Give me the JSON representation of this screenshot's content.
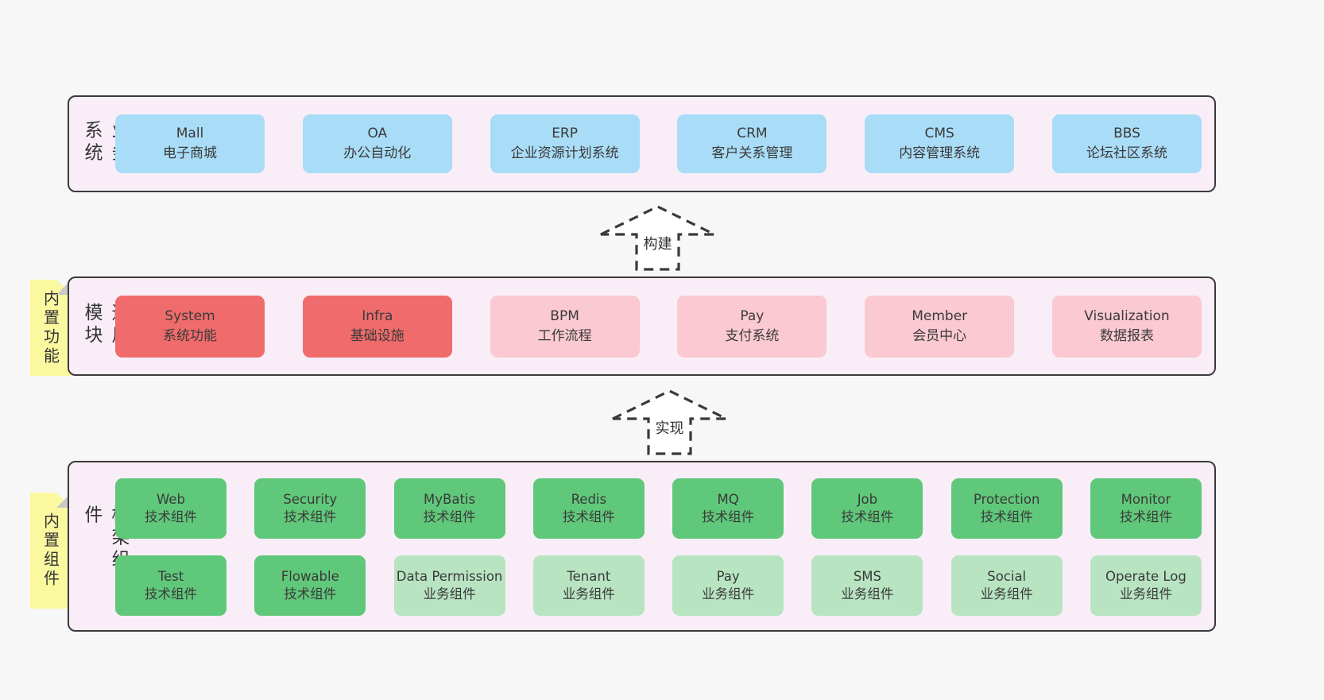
{
  "colors": {
    "page_bg": "#f7f7f7",
    "band_bg": "#f9eef8",
    "band_border": "#3a3a3a",
    "box_blue": "#a9dcf6",
    "box_red": "#f06b6b",
    "box_pink": "#fac9d2",
    "box_green": "#60c87a",
    "box_green_light": "#b8e4c1",
    "sticky_yellow": "#fbf9a0",
    "text": "#333333"
  },
  "arrows": [
    {
      "label": "构建"
    },
    {
      "label": "实现"
    }
  ],
  "bands": [
    {
      "label": "业务系统",
      "items": [
        {
          "title": "Mall",
          "subtitle": "电子商城"
        },
        {
          "title": "OA",
          "subtitle": "办公自动化"
        },
        {
          "title": "ERP",
          "subtitle": "企业资源计划系统"
        },
        {
          "title": "CRM",
          "subtitle": "客户关系管理"
        },
        {
          "title": "CMS",
          "subtitle": "内容管理系统"
        },
        {
          "title": "BBS",
          "subtitle": "论坛社区系统"
        }
      ]
    },
    {
      "label": "通用模块",
      "sticky": "内置功能",
      "items": [
        {
          "title": "System",
          "subtitle": "系统功能"
        },
        {
          "title": "Infra",
          "subtitle": "基础设施"
        },
        {
          "title": "BPM",
          "subtitle": "工作流程"
        },
        {
          "title": "Pay",
          "subtitle": "支付系统"
        },
        {
          "title": "Member",
          "subtitle": "会员中心"
        },
        {
          "title": "Visualization",
          "subtitle": "数据报表"
        }
      ]
    },
    {
      "label": "框架组件",
      "sticky": "内置组件",
      "rows": [
        [
          {
            "title": "Web",
            "subtitle": "技术组件"
          },
          {
            "title": "Security",
            "subtitle": "技术组件"
          },
          {
            "title": "MyBatis",
            "subtitle": "技术组件"
          },
          {
            "title": "Redis",
            "subtitle": "技术组件"
          },
          {
            "title": "MQ",
            "subtitle": "技术组件"
          },
          {
            "title": "Job",
            "subtitle": "技术组件"
          },
          {
            "title": "Protection",
            "subtitle": "技术组件"
          },
          {
            "title": "Monitor",
            "subtitle": "技术组件"
          }
        ],
        [
          {
            "title": "Test",
            "subtitle": "技术组件"
          },
          {
            "title": "Flowable",
            "subtitle": "技术组件"
          },
          {
            "title": "Data Permission",
            "subtitle": "业务组件"
          },
          {
            "title": "Tenant",
            "subtitle": "业务组件"
          },
          {
            "title": "Pay",
            "subtitle": "业务组件"
          },
          {
            "title": "SMS",
            "subtitle": "业务组件"
          },
          {
            "title": "Social",
            "subtitle": "业务组件"
          },
          {
            "title": "Operate Log",
            "subtitle": "业务组件"
          }
        ]
      ]
    }
  ]
}
